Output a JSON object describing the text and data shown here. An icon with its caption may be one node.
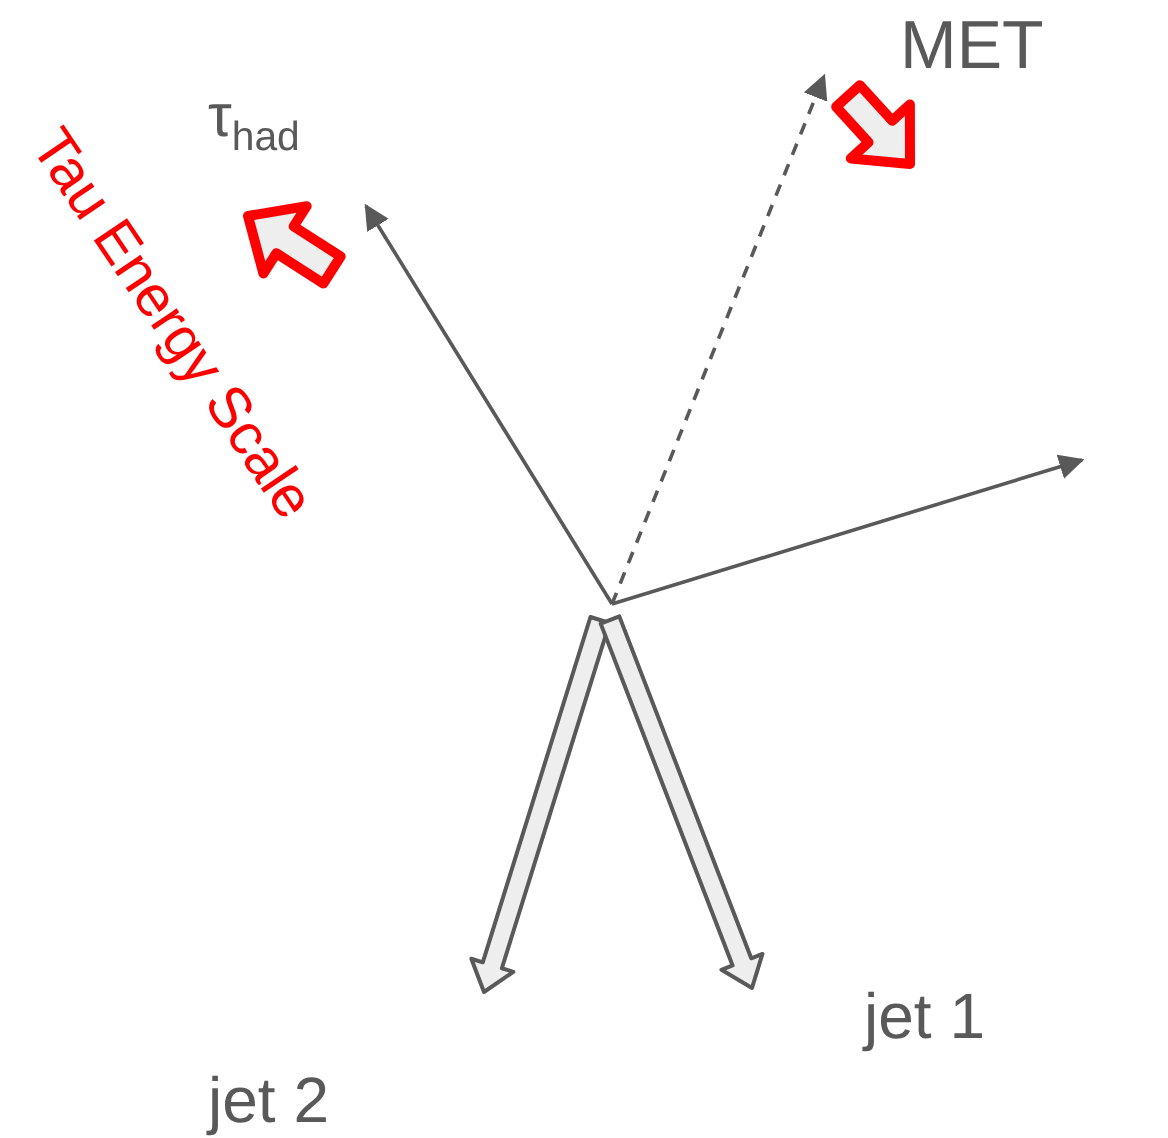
{
  "diagram": {
    "labels": [
      "MET",
      "τ$_{had}$",
      "Tau Energy Scale",
      "jet 1",
      "jet 2"
    ]
  }
}
